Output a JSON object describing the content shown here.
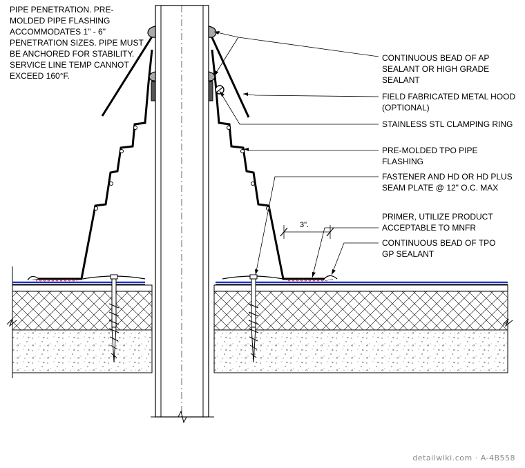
{
  "notes": {
    "pipe_note": "PIPE PENETRATION. PRE-\nMOLDED PIPE FLASHING\nACCOMMODATES 1\" - 6\"\nPENETRATION SIZES. PIPE MUST\nBE ANCHORED FOR STABILITY.\nSERVICE LINE TEMP CANNOT\nEXCEED 160°F."
  },
  "callouts": [
    {
      "id": "sealant-bead",
      "text": "CONTINUOUS BEAD OF AP\nSEALANT OR HIGH GRADE\nSEALANT"
    },
    {
      "id": "metal-hood",
      "text": "FIELD FABRICATED METAL HOOD\n(OPTIONAL)"
    },
    {
      "id": "clamping-ring",
      "text": "STAINLESS STL CLAMPING RING"
    },
    {
      "id": "tpo-flashing",
      "text": "PRE-MOLDED TPO PIPE\nFLASHING"
    },
    {
      "id": "fastener",
      "text": "FASTENER AND HD OR HD PLUS\nSEAM PLATE @ 12\" O.C. MAX"
    },
    {
      "id": "primer",
      "text": "PRIMER, UTILIZE PRODUCT\nACCEPTABLE TO MNFR"
    },
    {
      "id": "tpo-sealant",
      "text": "CONTINUOUS BEAD OF TPO\nGP SEALANT"
    }
  ],
  "dimension": "3\".",
  "watermark": "detailwiki.com · A-4B558",
  "colors": {
    "line": "#000000",
    "membrane": "#1a2fd6",
    "primer": "#d2304a",
    "insulation_fill": "#ffffff",
    "concrete_dots": "#555555"
  }
}
